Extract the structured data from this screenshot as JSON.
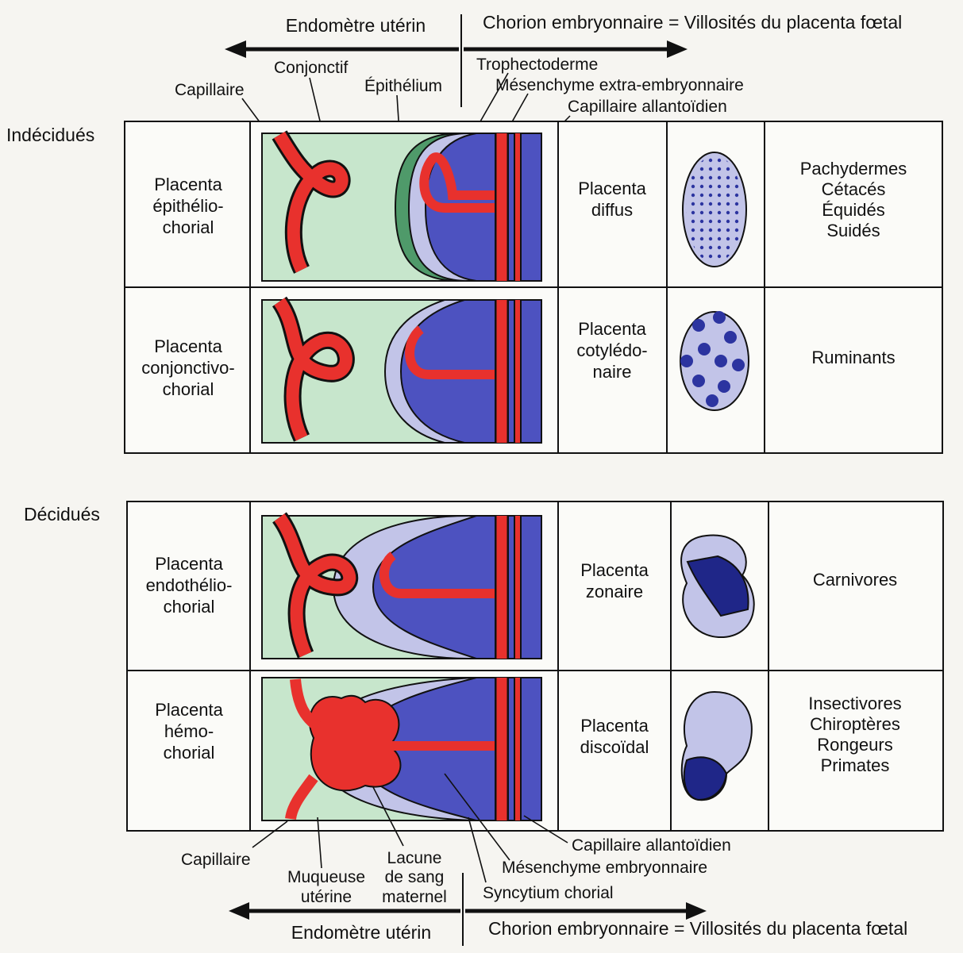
{
  "header": {
    "left": "Endomètre utérin",
    "right": "Chorion embryonnaire = Villosités du placenta fœtal"
  },
  "footer": {
    "left": "Endomètre utérin",
    "right": "Chorion embryonnaire = Villosités du placenta fœtal"
  },
  "top_callouts": {
    "conjonctif": "Conjonctif",
    "capillaire": "Capillaire",
    "epithelium": "Épithélium",
    "trophectoderme": "Trophectoderme",
    "mesenchyme": "Mésenchyme extra-embryonnaire",
    "capillaire_allantoidien": "Capillaire  allantoïdien"
  },
  "bottom_callouts": {
    "capillaire": "Capillaire",
    "muqueuse": [
      "Muqueuse",
      "utérine"
    ],
    "lacune": [
      "Lacune",
      "de sang",
      "maternel"
    ],
    "capillaire_allantoidien": "Capillaire allantoïdien",
    "mesenchyme_embryonnaire": "Mésenchyme embryonnaire",
    "syncytium": "Syncytium chorial"
  },
  "groups": {
    "indecidues": "Indécidués",
    "decidues": "Décidués"
  },
  "rows": [
    {
      "name": [
        "Placenta",
        "épithélio-",
        "chorial"
      ],
      "shape": [
        "Placenta",
        "diffus"
      ],
      "animals": [
        "Pachydermes",
        "Cétacés",
        "Équidés",
        "Suidés"
      ]
    },
    {
      "name": [
        "Placenta",
        "conjonctivo-",
        "chorial"
      ],
      "shape": [
        "Placenta",
        "cotylédo-",
        "naire"
      ],
      "animals": [
        "Ruminants"
      ]
    },
    {
      "name": [
        "Placenta",
        "endothélio-",
        "chorial"
      ],
      "shape": [
        "Placenta",
        "zonaire"
      ],
      "animals": [
        "Carnivores"
      ]
    },
    {
      "name": [
        "Placenta",
        "hémo-",
        "chorial"
      ],
      "shape": [
        "Placenta",
        "discoïdal"
      ],
      "animals": [
        "Insectivores",
        "Chiroptères",
        "Rongeurs",
        "Primates"
      ]
    }
  ],
  "colors": {
    "connective": "#c7e6cc",
    "epithelium": "#4f9a6a",
    "trophectoderm": "#c2c4e8",
    "mesenchyme": "#4d52c0",
    "blood": "#e8312d",
    "outline": "#111111"
  }
}
